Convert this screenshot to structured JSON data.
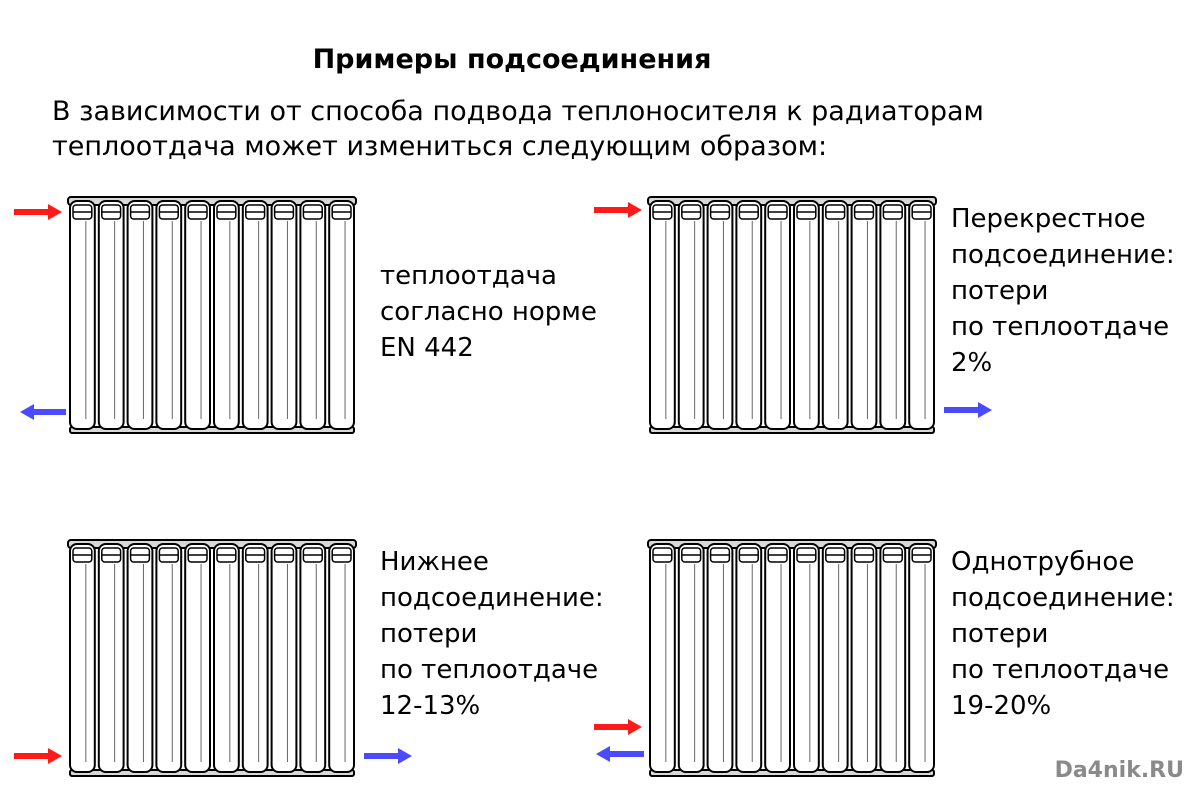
{
  "header": {
    "title": "Примеры подсоединения",
    "intro_line1": "В зависимости от способа подвода теплоносителя к радиаторам",
    "intro_line2": "теплоотдача может измениться следующим образом:"
  },
  "examples": [
    {
      "name": "standard",
      "label_lines": [
        "теплоотдача",
        "согласно норме",
        "EN 442"
      ],
      "supply": "top-left",
      "return": "bottom-left"
    },
    {
      "name": "cross",
      "label_lines": [
        "Перекрестное",
        "подсоединение:",
        "потери",
        "по теплоотдаче",
        "2%"
      ],
      "supply": "top-left",
      "return": "bottom-right"
    },
    {
      "name": "bottom",
      "label_lines": [
        "Нижнее",
        "подсоединение:",
        "потери",
        "по теплоотдаче",
        "12-13%"
      ],
      "supply": "bottom-left",
      "return": "bottom-right"
    },
    {
      "name": "single-pipe",
      "label_lines": [
        "Однотрубное",
        "подсоединение:",
        "потери",
        "по теплоотдаче",
        "19-20%"
      ],
      "supply": "bottom-left",
      "return": "bottom-left"
    }
  ],
  "colors": {
    "supply_arrow": "#ff1a1a",
    "return_arrow": "#4a4aff",
    "radiator_fill": "#ffffff",
    "radiator_stroke": "#000000"
  },
  "watermark": "Da4nik.RU"
}
